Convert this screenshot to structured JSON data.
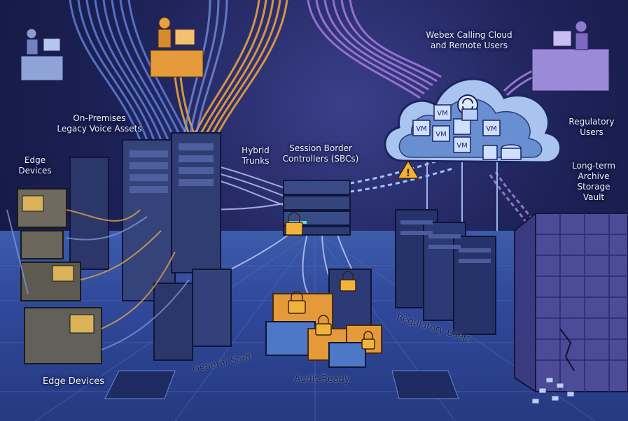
{
  "labels": {
    "on_premises_line1": "On-Premises",
    "on_premises_line2": "Legacy Voice Assets",
    "edge_devices_top_line1": "Edge",
    "edge_devices_top_line2": "Devices",
    "hybrid_trunks_line1": "Hybrid",
    "hybrid_trunks_line2": "Trunks",
    "sbc_line1": "Session Border",
    "sbc_line2": "Controllers (SBCs)",
    "webex_line1": "Webex Calling Cloud",
    "webex_line2": "and Remote Users",
    "regulatory_top_line1": "Regulatory",
    "regulatory_top_line2": "Users",
    "archive_line1": "Long-term",
    "archive_line2": "Archive",
    "archive_line3": "Storage",
    "archive_line4": "Vault",
    "edge_devices_bottom": "Edge Devices",
    "general_staff": "General Staff",
    "audit_ready": "Audit-Ready",
    "regulatory_floor": "Regulatory Users"
  },
  "cloud_vm_label": "VM",
  "warning_symbol": "!",
  "colors": {
    "background": "#1d2258",
    "floor": "#30489a",
    "cable_blue": "#5e7fd6",
    "cable_orange": "#e8a040",
    "cable_purple": "#a77be0",
    "server": "#2f3f73",
    "box_orange": "#e49a3b",
    "lock": "#f0b43c",
    "cloud": "#a9c4ee",
    "archive": "#5a5aa8"
  }
}
